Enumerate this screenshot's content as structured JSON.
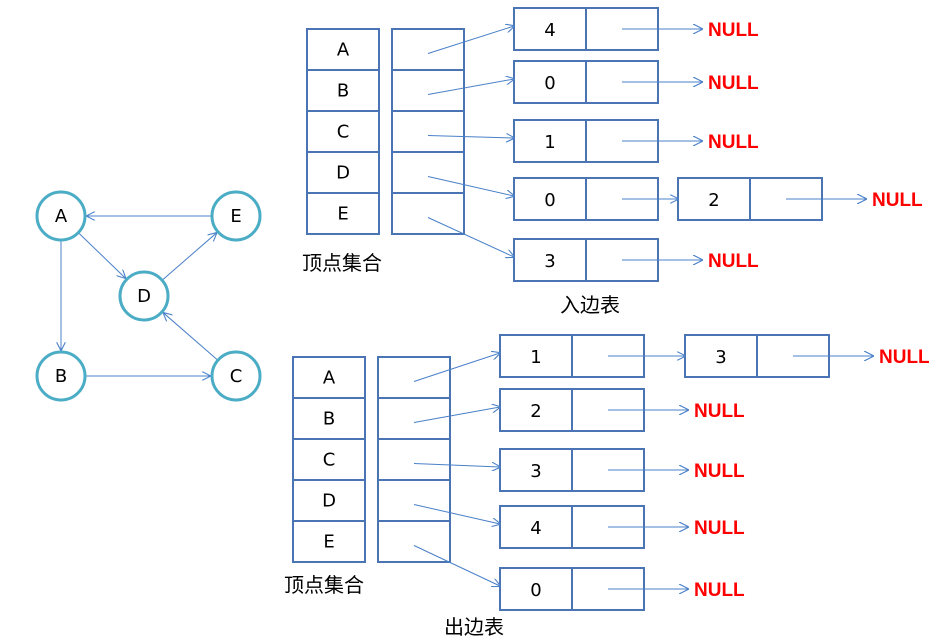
{
  "graph": {
    "nodes": [
      {
        "id": "A",
        "label": "A"
      },
      {
        "id": "B",
        "label": "B"
      },
      {
        "id": "C",
        "label": "C"
      },
      {
        "id": "D",
        "label": "D"
      },
      {
        "id": "E",
        "label": "E"
      }
    ],
    "edges": [
      {
        "from": "A",
        "to": "B"
      },
      {
        "from": "A",
        "to": "D"
      },
      {
        "from": "B",
        "to": "C"
      },
      {
        "from": "C",
        "to": "D"
      },
      {
        "from": "D",
        "to": "E"
      },
      {
        "from": "E",
        "to": "A"
      }
    ]
  },
  "in_table": {
    "vertex_caption": "顶点集合",
    "caption": "入边表",
    "rows": [
      {
        "vertex": "A",
        "list": [
          "4"
        ]
      },
      {
        "vertex": "B",
        "list": [
          "0"
        ]
      },
      {
        "vertex": "C",
        "list": [
          "1"
        ]
      },
      {
        "vertex": "D",
        "list": [
          "0",
          "2"
        ]
      },
      {
        "vertex": "E",
        "list": [
          "3"
        ]
      }
    ]
  },
  "out_table": {
    "vertex_caption": "顶点集合",
    "caption": "出边表",
    "rows": [
      {
        "vertex": "A",
        "list": [
          "1",
          "3"
        ]
      },
      {
        "vertex": "B",
        "list": [
          "2"
        ]
      },
      {
        "vertex": "C",
        "list": [
          "3"
        ]
      },
      {
        "vertex": "D",
        "list": [
          "4"
        ]
      },
      {
        "vertex": "E",
        "list": [
          "0"
        ]
      }
    ]
  },
  "null_label": "NULL",
  "colors": {
    "cell_stroke": "#4a74b3",
    "arrow": "#4a80c8",
    "node_stroke": "#4bacc6",
    "null_text": "#ff0000"
  }
}
